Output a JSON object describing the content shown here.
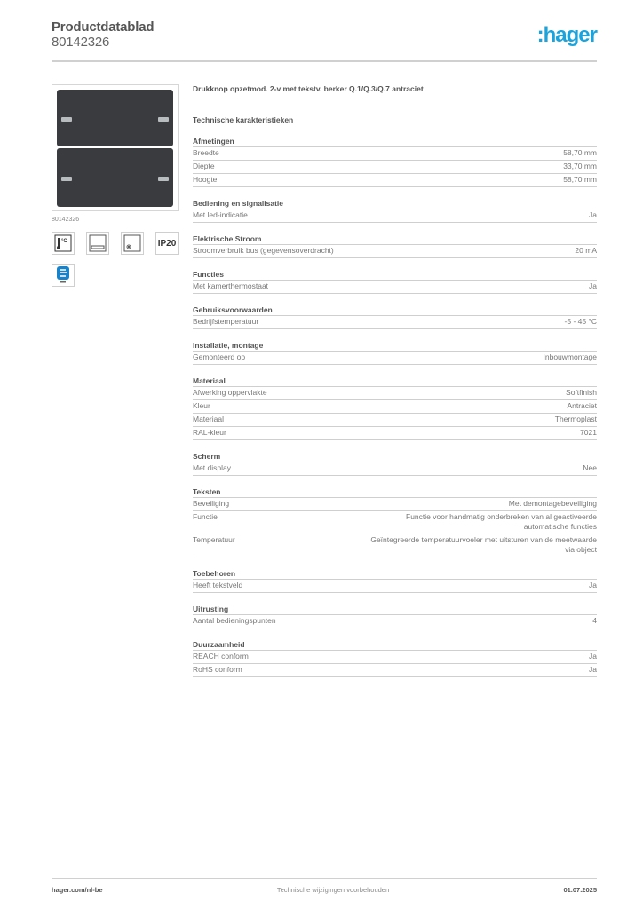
{
  "header": {
    "title": "Productdatablad",
    "product_number": "80142326",
    "logo": ":hager",
    "logo_color": "#1aa3dc"
  },
  "product": {
    "image_alt": "Drukknop 2-voudig antraciet",
    "image_caption": "80142326",
    "name": "Drukknop opzetmod. 2-v met tekstv. berker Q.1/Q.3/Q.7 antraciet",
    "icons": [
      {
        "name": "thermometer-celsius-icon",
        "glyph": "🌡°C"
      },
      {
        "name": "text-field-icon",
        "glyph": "▭"
      },
      {
        "name": "led-indicator-icon",
        "glyph": "✱"
      },
      {
        "name": "ip20-icon",
        "glyph": "IP20"
      },
      {
        "name": "easy-tool-icon",
        "glyph": "e"
      }
    ]
  },
  "technical": {
    "title": "Technische karakteristieken",
    "sections": [
      {
        "title": "Afmetingen",
        "rows": [
          {
            "label": "Breedte",
            "value": "58,70 mm"
          },
          {
            "label": "Diepte",
            "value": "33,70 mm"
          },
          {
            "label": "Hoogte",
            "value": "58,70 mm"
          }
        ]
      },
      {
        "title": "Bediening en signalisatie",
        "rows": [
          {
            "label": "Met led-indicatie",
            "value": "Ja"
          }
        ]
      },
      {
        "title": "Elektrische Stroom",
        "rows": [
          {
            "label": "Stroomverbruik bus (gegevensoverdracht)",
            "value": "20 mA"
          }
        ]
      },
      {
        "title": "Functies",
        "rows": [
          {
            "label": "Met kamerthermostaat",
            "value": "Ja"
          }
        ]
      },
      {
        "title": "Gebruiksvoorwaarden",
        "rows": [
          {
            "label": "Bedrijfstemperatuur",
            "value": "-5 - 45 °C"
          }
        ]
      },
      {
        "title": "Installatie, montage",
        "rows": [
          {
            "label": "Gemonteerd op",
            "value": "Inbouwmontage"
          }
        ]
      },
      {
        "title": "Materiaal",
        "rows": [
          {
            "label": "Afwerking oppervlakte",
            "value": "Softfinish"
          },
          {
            "label": "Kleur",
            "value": "Antraciet"
          },
          {
            "label": "Materiaal",
            "value": "Thermoplast"
          },
          {
            "label": "RAL-kleur",
            "value": "7021"
          }
        ]
      },
      {
        "title": "Scherm",
        "rows": [
          {
            "label": "Met display",
            "value": "Nee"
          }
        ]
      },
      {
        "title": "Teksten",
        "rows": [
          {
            "label": "Beveiliging",
            "value": "Met demontagebeveiliging"
          },
          {
            "label": "Functie",
            "value": "Functie voor handmatig onderbreken van al geactiveerde automatische functies"
          },
          {
            "label": "Temperatuur",
            "value": "Geïntegreerde temperatuurvoeler met uitsturen van de meetwaarde via object"
          }
        ]
      },
      {
        "title": "Toebehoren",
        "rows": [
          {
            "label": "Heeft tekstveld",
            "value": "Ja"
          }
        ]
      },
      {
        "title": "Uitrusting",
        "rows": [
          {
            "label": "Aantal bedieningspunten",
            "value": "4"
          }
        ]
      },
      {
        "title": "Duurzaamheid",
        "rows": [
          {
            "label": "REACH conform",
            "value": "Ja"
          },
          {
            "label": "RoHS conform",
            "value": "Ja"
          }
        ]
      }
    ]
  },
  "footer": {
    "website": "hager.com/nl-be",
    "note": "Technische wijzigingen voorbehouden",
    "date": "01.07.2025"
  }
}
